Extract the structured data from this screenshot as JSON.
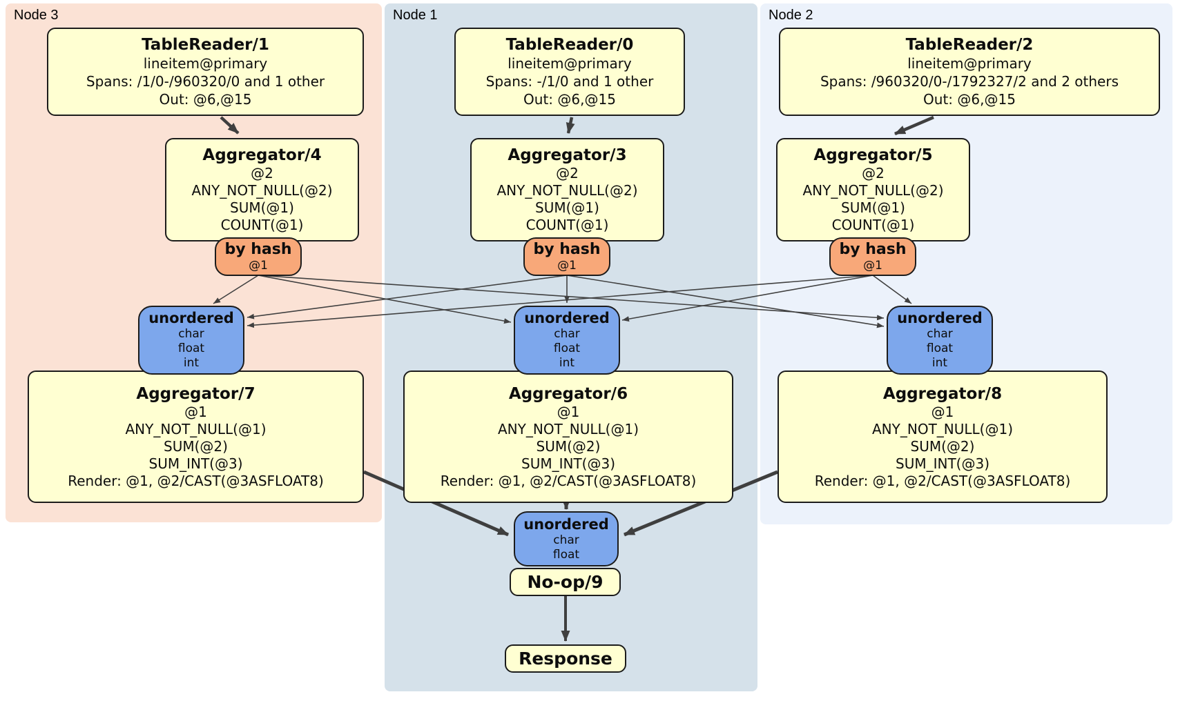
{
  "regions": {
    "node3": {
      "label": "Node 3"
    },
    "node1": {
      "label": "Node 1"
    },
    "node2": {
      "label": "Node 2"
    }
  },
  "boxes": {
    "tr1": {
      "title": "TableReader/1",
      "lines": [
        "lineitem@primary",
        "Spans: /1/0-/960320/0 and 1 other",
        "Out: @6,@15"
      ]
    },
    "tr0": {
      "title": "TableReader/0",
      "lines": [
        "lineitem@primary",
        "Spans: -/1/0 and 1 other",
        "Out: @6,@15"
      ]
    },
    "tr2": {
      "title": "TableReader/2",
      "lines": [
        "lineitem@primary",
        "Spans: /960320/0-/1792327/2 and 2 others",
        "Out: @6,@15"
      ]
    },
    "agg4": {
      "title": "Aggregator/4",
      "lines": [
        "@2",
        "ANY_NOT_NULL(@2)",
        "SUM(@1)",
        "COUNT(@1)"
      ]
    },
    "agg3": {
      "title": "Aggregator/3",
      "lines": [
        "@2",
        "ANY_NOT_NULL(@2)",
        "SUM(@1)",
        "COUNT(@1)"
      ]
    },
    "agg5": {
      "title": "Aggregator/5",
      "lines": [
        "@2",
        "ANY_NOT_NULL(@2)",
        "SUM(@1)",
        "COUNT(@1)"
      ]
    },
    "byhash3": {
      "title": "by hash",
      "lines": [
        "@1"
      ]
    },
    "byhash1": {
      "title": "by hash",
      "lines": [
        "@1"
      ]
    },
    "byhash2": {
      "title": "by hash",
      "lines": [
        "@1"
      ]
    },
    "unordered3": {
      "title": "unordered",
      "lines": [
        "char",
        "float",
        "int"
      ]
    },
    "unordered1": {
      "title": "unordered",
      "lines": [
        "char",
        "float",
        "int"
      ]
    },
    "unordered2": {
      "title": "unordered",
      "lines": [
        "char",
        "float",
        "int"
      ]
    },
    "agg7": {
      "title": "Aggregator/7",
      "lines": [
        "@1",
        "ANY_NOT_NULL(@1)",
        "SUM(@2)",
        "SUM_INT(@3)",
        "Render: @1, @2/CAST(@3ASFLOAT8)"
      ]
    },
    "agg6": {
      "title": "Aggregator/6",
      "lines": [
        "@1",
        "ANY_NOT_NULL(@1)",
        "SUM(@2)",
        "SUM_INT(@3)",
        "Render: @1, @2/CAST(@3ASFLOAT8)"
      ]
    },
    "agg8": {
      "title": "Aggregator/8",
      "lines": [
        "@1",
        "ANY_NOT_NULL(@1)",
        "SUM(@2)",
        "SUM_INT(@3)",
        "Render: @1, @2/CAST(@3ASFLOAT8)"
      ]
    },
    "ufinal": {
      "title": "unordered",
      "lines": [
        "char",
        "float"
      ]
    },
    "noop": {
      "title": "No-op/9"
    },
    "response": {
      "title": "Response"
    }
  },
  "edges": [
    {
      "from": "TableReader/1",
      "to": "Aggregator/4",
      "style": "thick"
    },
    {
      "from": "TableReader/0",
      "to": "Aggregator/3",
      "style": "thick"
    },
    {
      "from": "TableReader/2",
      "to": "Aggregator/5",
      "style": "thick"
    },
    {
      "from": "by hash (Node 3)",
      "to": "unordered (Node 3)",
      "style": "thin"
    },
    {
      "from": "by hash (Node 3)",
      "to": "unordered (Node 1)",
      "style": "thin"
    },
    {
      "from": "by hash (Node 3)",
      "to": "unordered (Node 2)",
      "style": "thin"
    },
    {
      "from": "by hash (Node 1)",
      "to": "unordered (Node 3)",
      "style": "thin"
    },
    {
      "from": "by hash (Node 1)",
      "to": "unordered (Node 1)",
      "style": "thin"
    },
    {
      "from": "by hash (Node 1)",
      "to": "unordered (Node 2)",
      "style": "thin"
    },
    {
      "from": "by hash (Node 2)",
      "to": "unordered (Node 3)",
      "style": "thin"
    },
    {
      "from": "by hash (Node 2)",
      "to": "unordered (Node 1)",
      "style": "thin"
    },
    {
      "from": "by hash (Node 2)",
      "to": "unordered (Node 2)",
      "style": "thin"
    },
    {
      "from": "Aggregator/7",
      "to": "unordered (final)",
      "style": "thick"
    },
    {
      "from": "Aggregator/6",
      "to": "unordered (final)",
      "style": "thick"
    },
    {
      "from": "Aggregator/8",
      "to": "unordered (final)",
      "style": "thick"
    },
    {
      "from": "No-op/9",
      "to": "Response",
      "style": "thick"
    }
  ],
  "colors": {
    "node3_bg": "#fbe2d5",
    "node1_bg": "#d5e1ea",
    "node2_bg": "#ecf2fb",
    "processor_fill": "#ffffd2",
    "router_fill": "#f8a879",
    "sync_fill": "#7da7ec",
    "border": "#1b1b1b",
    "edge_thin": "#404040",
    "edge_thick": "#3f3f3f"
  }
}
